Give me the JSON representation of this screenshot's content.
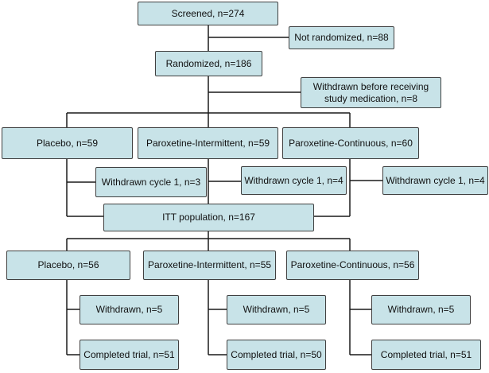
{
  "colors": {
    "box_fill": "#c8e3e8",
    "box_border": "#404040",
    "line": "#1a1a1a"
  },
  "nodes": {
    "screened": "Screened, n=274",
    "not_randomized": "Not randomized, n=88",
    "randomized": "Randomized, n=186",
    "withdrawn_before": [
      "Withdrawn before receiving",
      "study medication, n=8"
    ],
    "arms_initial": [
      "Placebo, n=59",
      "Paroxetine-Intermittent, n=59",
      "Paroxetine-Continuous, n=60"
    ],
    "withdrawn_cycle1": [
      "Withdrawn cycle 1, n=3",
      "Withdrawn cycle 1, n=4",
      "Withdrawn cycle 1, n=4"
    ],
    "itt": "ITT population, n=167",
    "arms_itt": [
      "Placebo, n=56",
      "Paroxetine-Intermittent, n=55",
      "Paroxetine-Continuous, n=56"
    ],
    "withdrawn": [
      "Withdrawn, n=5",
      "Withdrawn, n=5",
      "Withdrawn, n=5"
    ],
    "completed": [
      "Completed trial, n=51",
      "Completed trial, n=50",
      "Completed trial, n=51"
    ]
  }
}
